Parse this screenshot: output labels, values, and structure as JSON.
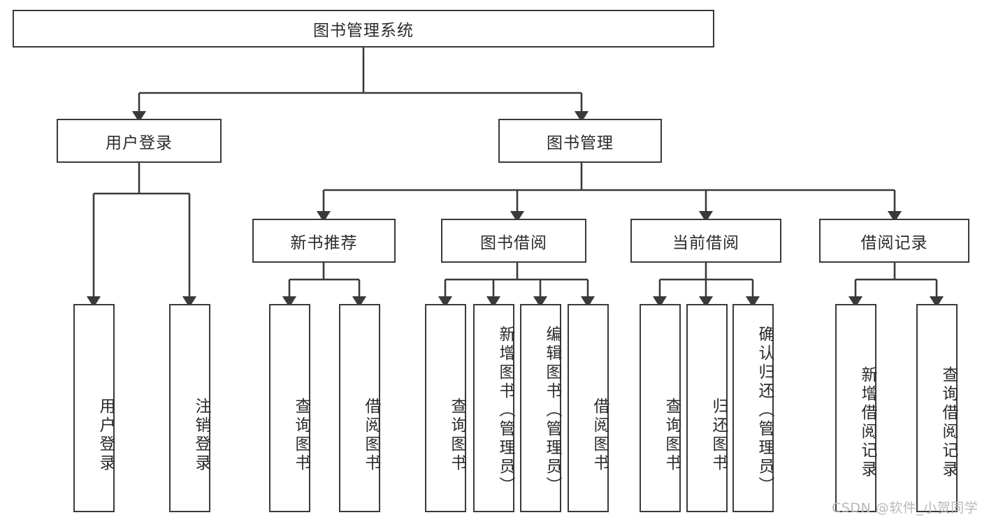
{
  "diagram": {
    "title": "图书管理系统",
    "type": "hierarchy-tree",
    "stroke_color": "#3a3a3a",
    "box_fill": "#ffffff",
    "text_color": "#2b2b2b",
    "root": {
      "label": "图书管理系统"
    },
    "level2": [
      {
        "label": "用户登录"
      },
      {
        "label": "图书管理"
      }
    ],
    "level3": [
      {
        "label": "新书推荐"
      },
      {
        "label": "图书借阅"
      },
      {
        "label": "当前借阅"
      },
      {
        "label": "借阅记录"
      }
    ],
    "leaves": {
      "user_login": [
        {
          "label": "用户登录"
        },
        {
          "label": "注销登录"
        }
      ],
      "new_book_recommend": [
        {
          "label": "查询图书"
        },
        {
          "label": "借阅图书"
        }
      ],
      "book_borrow": [
        {
          "label": "查询图书"
        },
        {
          "label": "新增图书（管理员）"
        },
        {
          "label": "编辑图书（管理员）"
        },
        {
          "label": "借阅图书"
        }
      ],
      "current_borrow": [
        {
          "label": "查询图书"
        },
        {
          "label": "归还图书"
        },
        {
          "label": "确认归还（管理员）"
        }
      ],
      "borrow_record": [
        {
          "label": "新增借阅记录"
        },
        {
          "label": "查询借阅记录"
        }
      ]
    }
  },
  "watermark": {
    "text": "CSDN @软件_小贺同学"
  }
}
